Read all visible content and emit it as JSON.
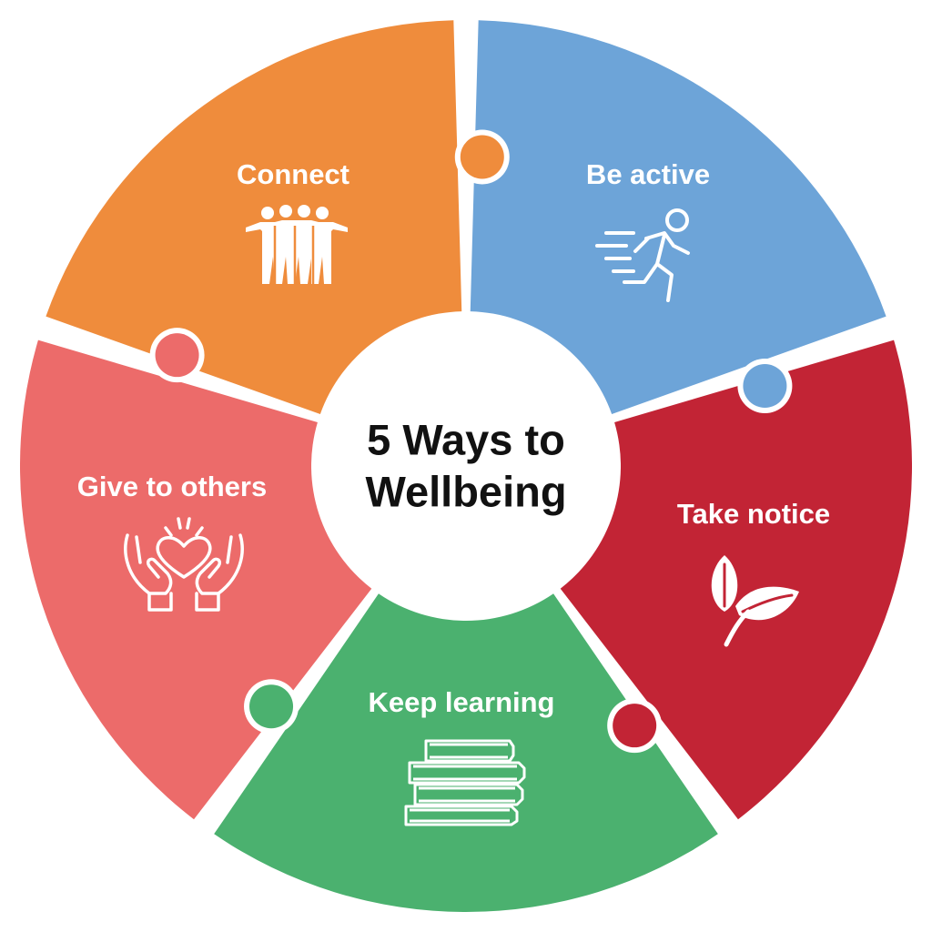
{
  "center": {
    "title_line1": "5 Ways to",
    "title_line2": "Wellbeing"
  },
  "segments": [
    {
      "label": "Connect",
      "color": "#ef8c3c",
      "icon": "people-group-icon"
    },
    {
      "label": "Be active",
      "color": "#6da4d8",
      "icon": "running-person-icon"
    },
    {
      "label": "Take notice",
      "color": "#c22435",
      "icon": "leaves-icon"
    },
    {
      "label": "Keep learning",
      "color": "#4bb16f",
      "icon": "books-stack-icon"
    },
    {
      "label": "Give to others",
      "color": "#ec6b6a",
      "icon": "hands-heart-icon"
    }
  ]
}
